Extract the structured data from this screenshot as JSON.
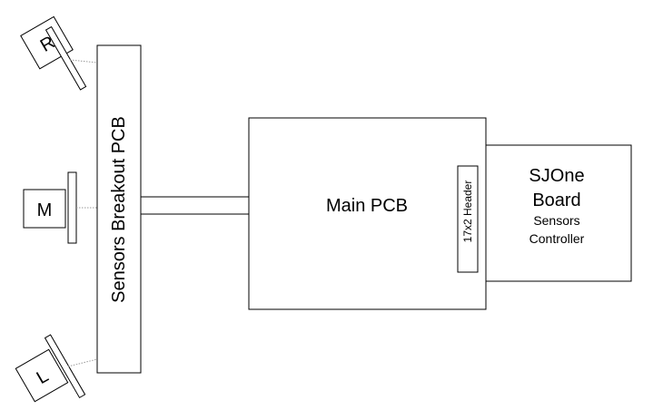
{
  "diagram": {
    "sensors": {
      "right": "R",
      "middle": "M",
      "left": "L"
    },
    "breakout_pcb": "Sensors Breakout PCB",
    "main_pcb": "Main PCB",
    "header": "17x2 Header",
    "sjone": {
      "line1": "SJOne",
      "line2": "Board",
      "line3": "Sensors",
      "line4": "Controller"
    }
  }
}
